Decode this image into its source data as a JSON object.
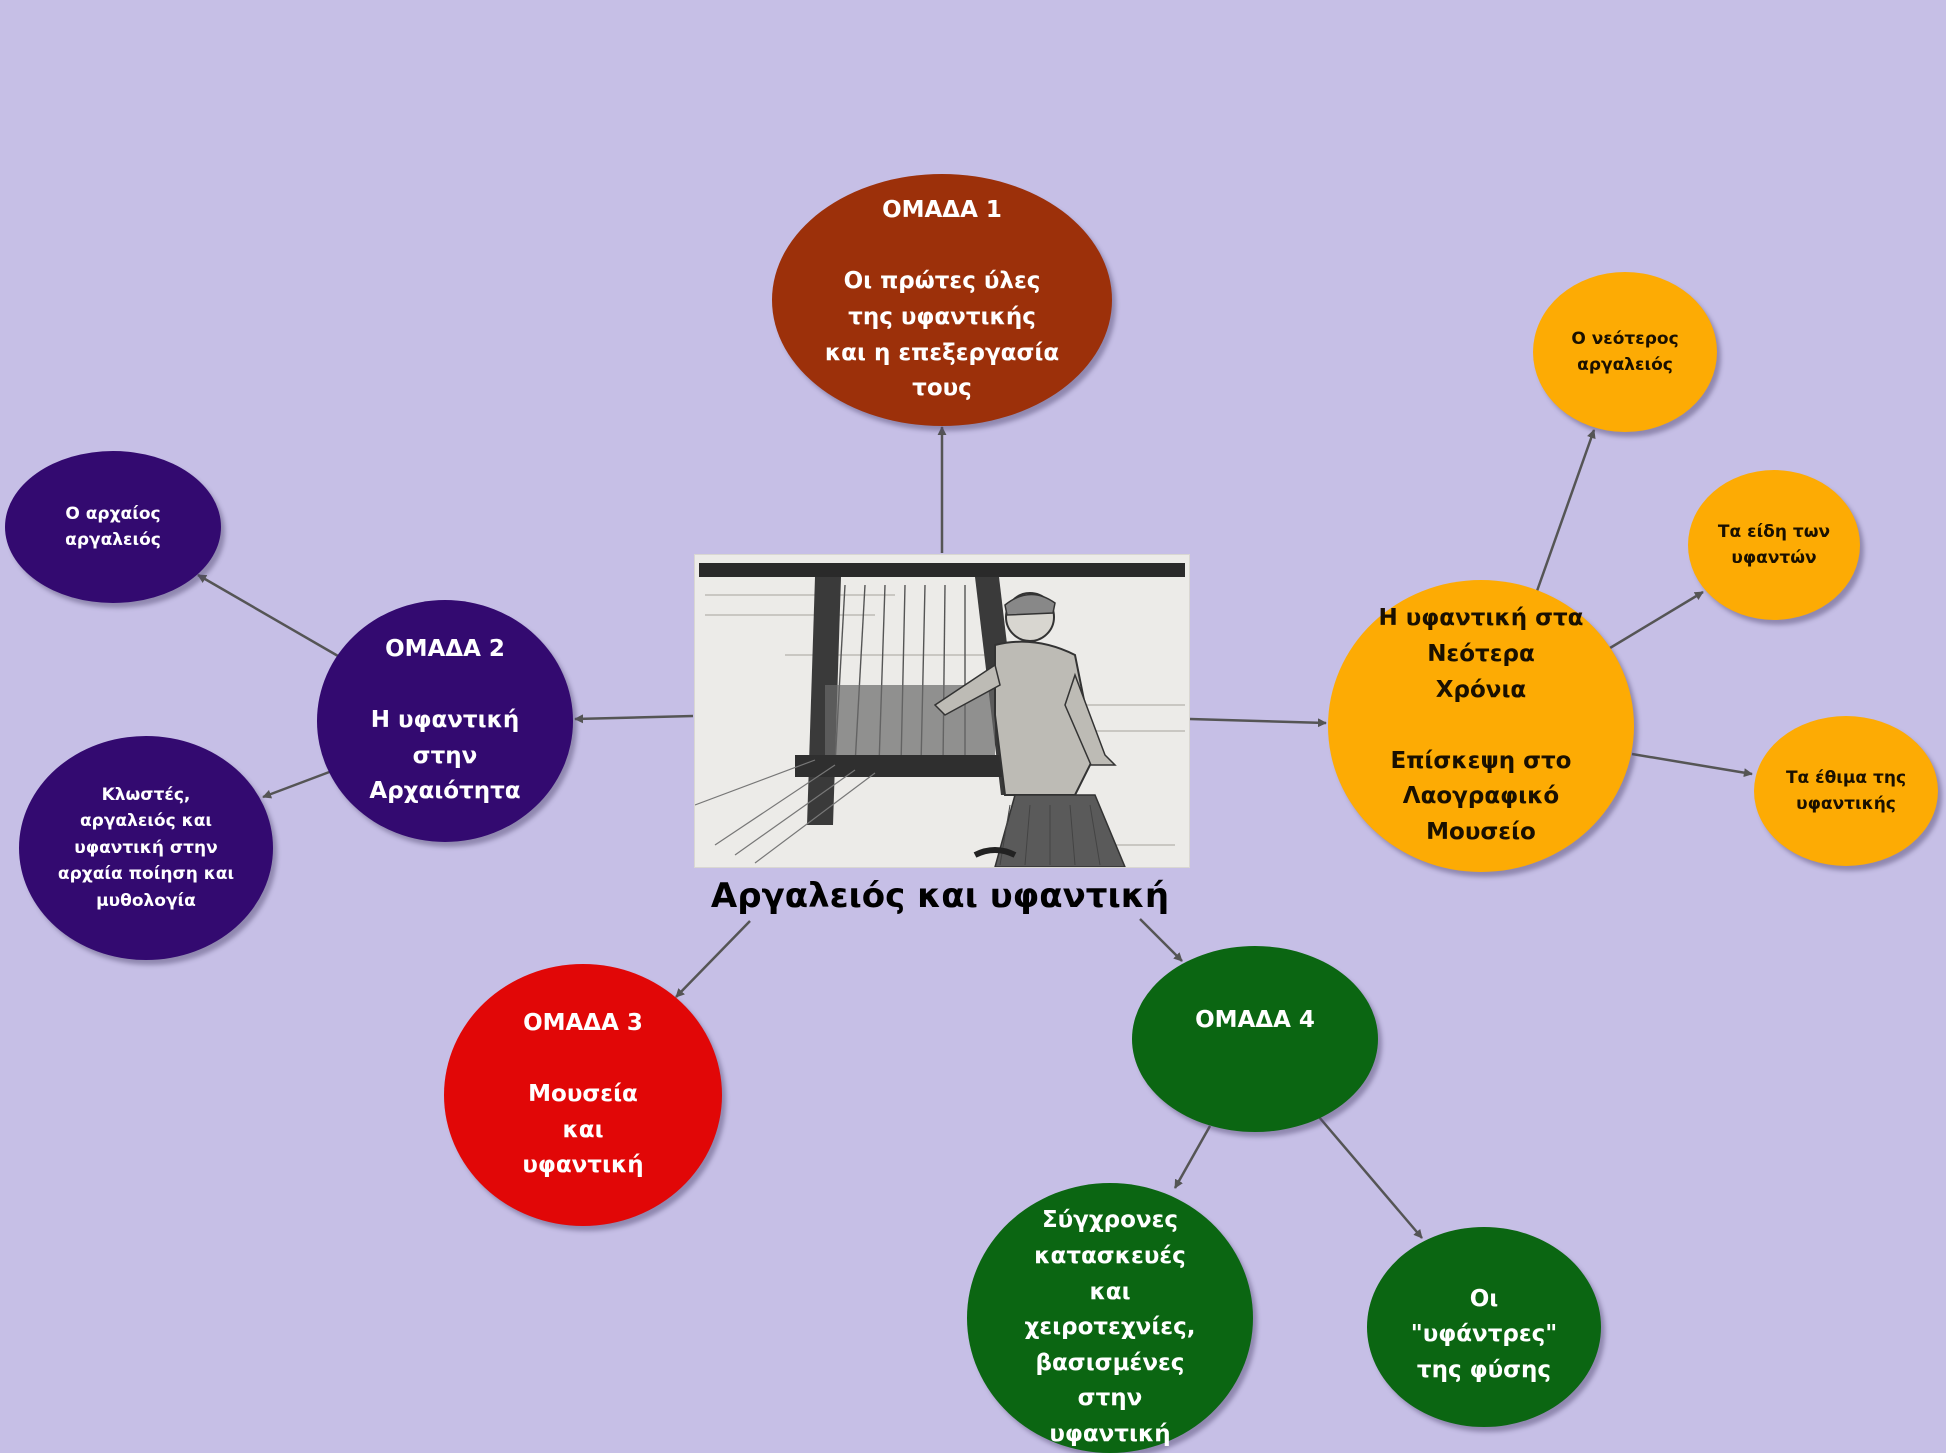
{
  "colors": {
    "background": "#c6bfe6",
    "brown": "#9c300a",
    "purple": "#330a70",
    "red": "#e10707",
    "green": "#0b6612",
    "orange": "#fdab04",
    "edge": "#555555"
  },
  "central": {
    "title": "Αργαλειός και υφαντική",
    "image": "loom-weaver-illustration"
  },
  "nodes": {
    "omada1": "ΟΜΑΔΑ 1\n\nΟι πρώτες ύλες της υφαντικής και η επεξεργασία τους",
    "omada2": "ΟΜΑΔΑ 2\n\nΗ υφαντική στην Αρχαιότητα",
    "archaios": "Ο αρχαίος αργαλειός",
    "klostes": "Κλωστές, αργαλειός και υφαντική στην αρχαία ποίηση και μυθολογία",
    "omada3": "ΟΜΑΔΑ 3\n\nΜουσεία και υφαντική",
    "omada4": "ΟΜΑΔΑ 4",
    "sygxrones": "Σύγχρονες κατασκευές και χειροτεχνίες, βασισμένες στην υφαντική",
    "ufantres": "Οι \"υφάντρες\" της φύσης",
    "neotera": "Η υφαντική στα Νεότερα Χρόνια\n\nΕπίσκεψη στο Λαογραφικό Μουσείο",
    "neoteros": "Ο νεότερος αργαλειός",
    "eidi": "Τα είδη των υφαντών",
    "ethima": "Τα έθιμα της υφαντικής"
  }
}
